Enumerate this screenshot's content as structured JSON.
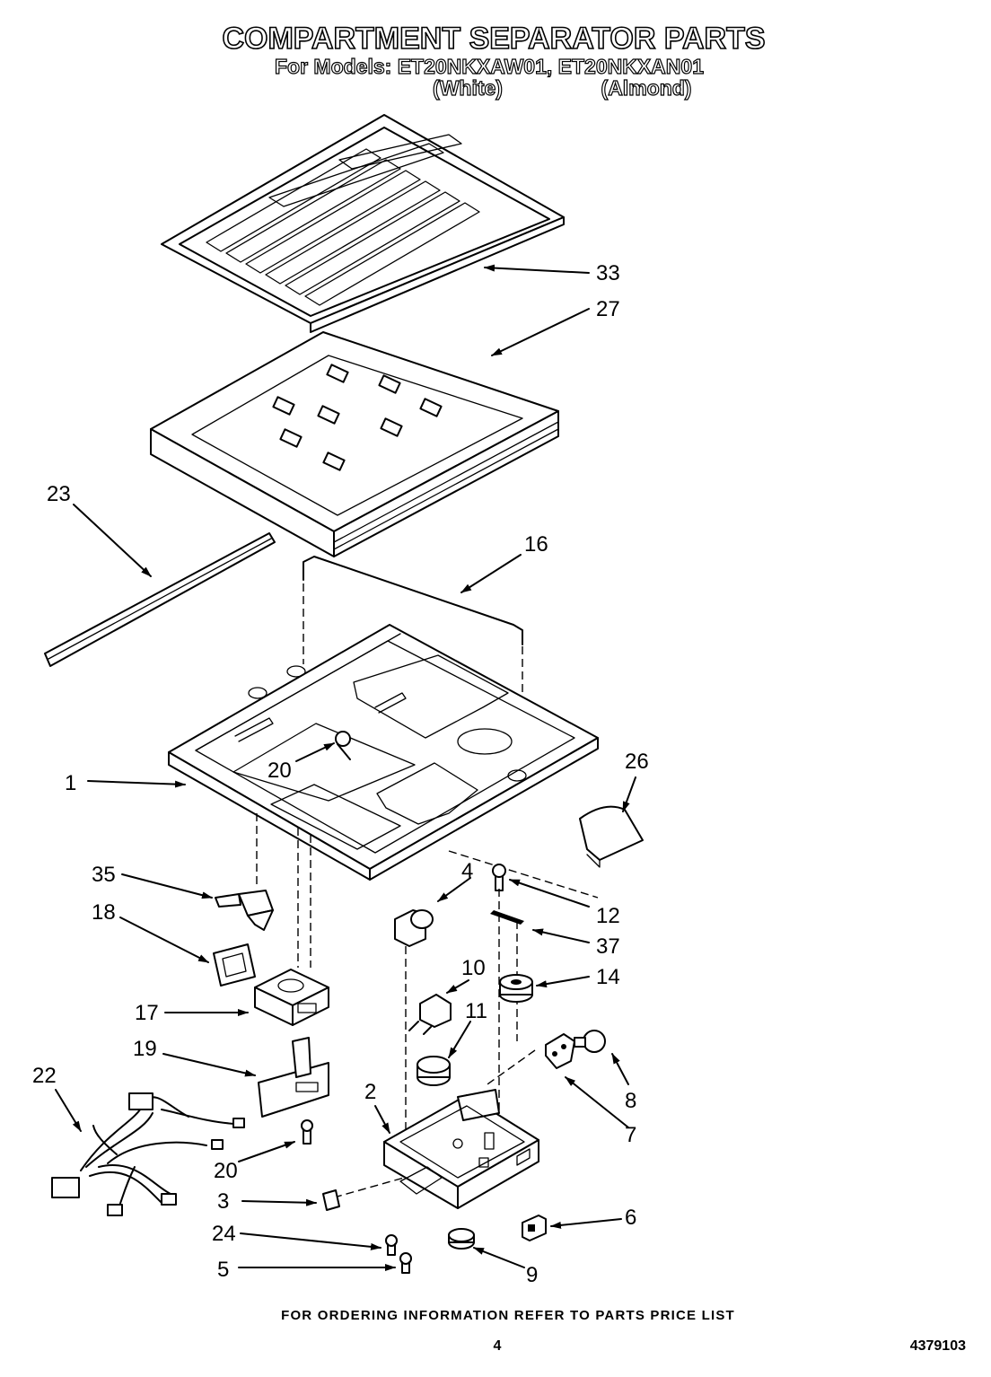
{
  "header": {
    "title": "COMPARTMENT SEPARATOR PARTS",
    "models_line": "For Models: ET20NKXAW01, ET20NKXAN01",
    "finish_white": "(White)",
    "finish_almond": "(Almond)"
  },
  "callouts": {
    "c33": "33",
    "c27": "27",
    "c23": "23",
    "c16": "16",
    "c20a": "20",
    "c1": "1",
    "c26": "26",
    "c35": "35",
    "c4": "4",
    "c12": "12",
    "c18": "18",
    "c37": "37",
    "c10": "10",
    "c14": "14",
    "c17": "17",
    "c11": "11",
    "c19": "19",
    "c8": "8",
    "c22": "22",
    "c2": "2",
    "c7": "7",
    "c20b": "20",
    "c3": "3",
    "c6": "6",
    "c24": "24",
    "c9": "9",
    "c5": "5"
  },
  "footer": {
    "ordering_note": "FOR ORDERING INFORMATION REFER TO PARTS PRICE LIST",
    "page_number": "4",
    "doc_number": "4379103"
  }
}
